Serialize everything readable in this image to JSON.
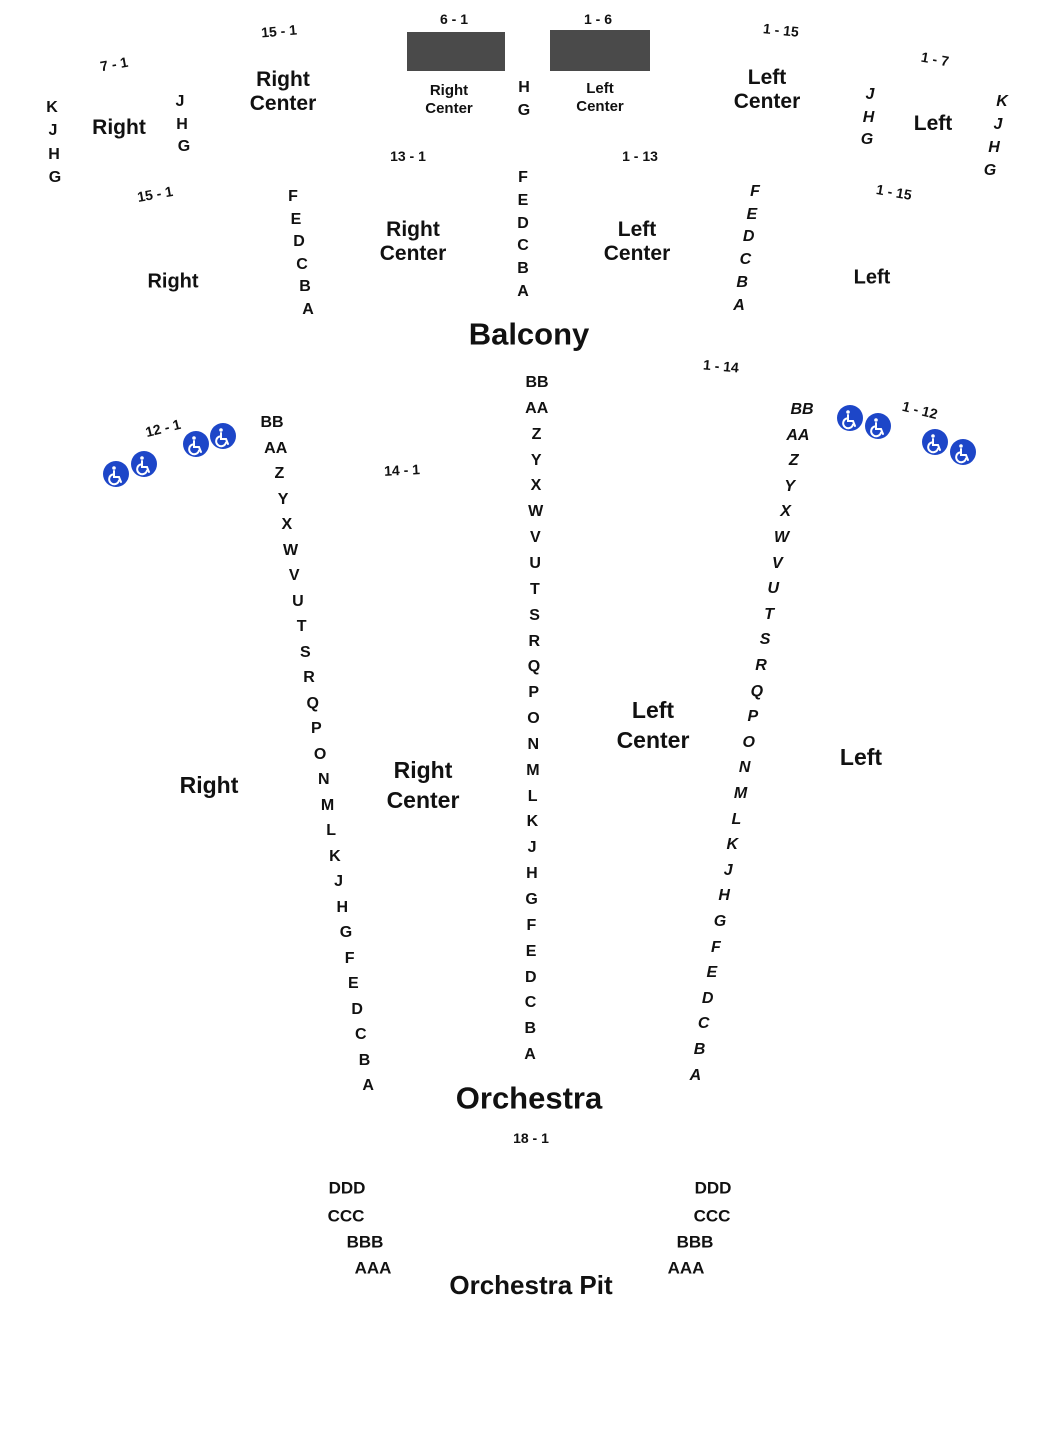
{
  "titles": {
    "balcony": "Balcony",
    "orchestra": "Orchestra",
    "pit": "Orchestra Pit"
  },
  "sections": {
    "upper_right": "Right",
    "upper_right_center": "Right\nCenter",
    "upper_box_right_center": "Right\nCenter",
    "upper_box_left_center": "Left\nCenter",
    "upper_left_center": "Left\nCenter",
    "upper_left": "Left",
    "balcony_right": "Right",
    "balcony_right_center": "Right\nCenter",
    "balcony_left_center": "Left\nCenter",
    "balcony_left": "Left",
    "orchestra_right": "Right",
    "orchestra_right_center": "Right\nCenter",
    "orchestra_left_center": "Left\nCenter",
    "orchestra_left": "Left"
  },
  "seat_ranges": {
    "upper_right": "7 - 1",
    "upper_right_center": "15 - 1",
    "box_right": "6 - 1",
    "box_left": "1 - 6",
    "upper_left_center": "1 - 15",
    "upper_left": "1 - 7",
    "balcony_right": "15 - 1",
    "balcony_right_center": "13 - 1",
    "balcony_left_center": "1 - 13",
    "balcony_left": "1 - 15",
    "orch_right": "12 - 1",
    "orch_right_center": "14 - 1",
    "orch_left_center": "1 - 14",
    "orch_left": "1 - 12",
    "pit": "18 - 1"
  },
  "rows": {
    "r1": [
      "K",
      "J",
      "H",
      "G"
    ],
    "r2": [
      "J",
      "H",
      "G"
    ],
    "center_upper": [
      "H",
      "G"
    ],
    "l2": [
      "J",
      "H",
      "G"
    ],
    "l1": [
      "K",
      "J",
      "H",
      "G"
    ],
    "bal_aisle": [
      "F",
      "E",
      "D",
      "C",
      "B",
      "A"
    ],
    "orch_aisle": [
      "BB",
      "AA",
      "Z",
      "Y",
      "X",
      "W",
      "V",
      "U",
      "T",
      "S",
      "R",
      "Q",
      "P",
      "O",
      "N",
      "M",
      "L",
      "K",
      "J",
      "H",
      "G",
      "F",
      "E",
      "D",
      "C",
      "B",
      "A"
    ],
    "pit": [
      "DDD",
      "CCC",
      "BBB",
      "AAA"
    ]
  },
  "colors": {
    "accessible": "#1d46c8",
    "stage_block": "#4a4a4a",
    "text": "#111111"
  },
  "icons": {
    "accessible": "wheelchair-icon"
  }
}
